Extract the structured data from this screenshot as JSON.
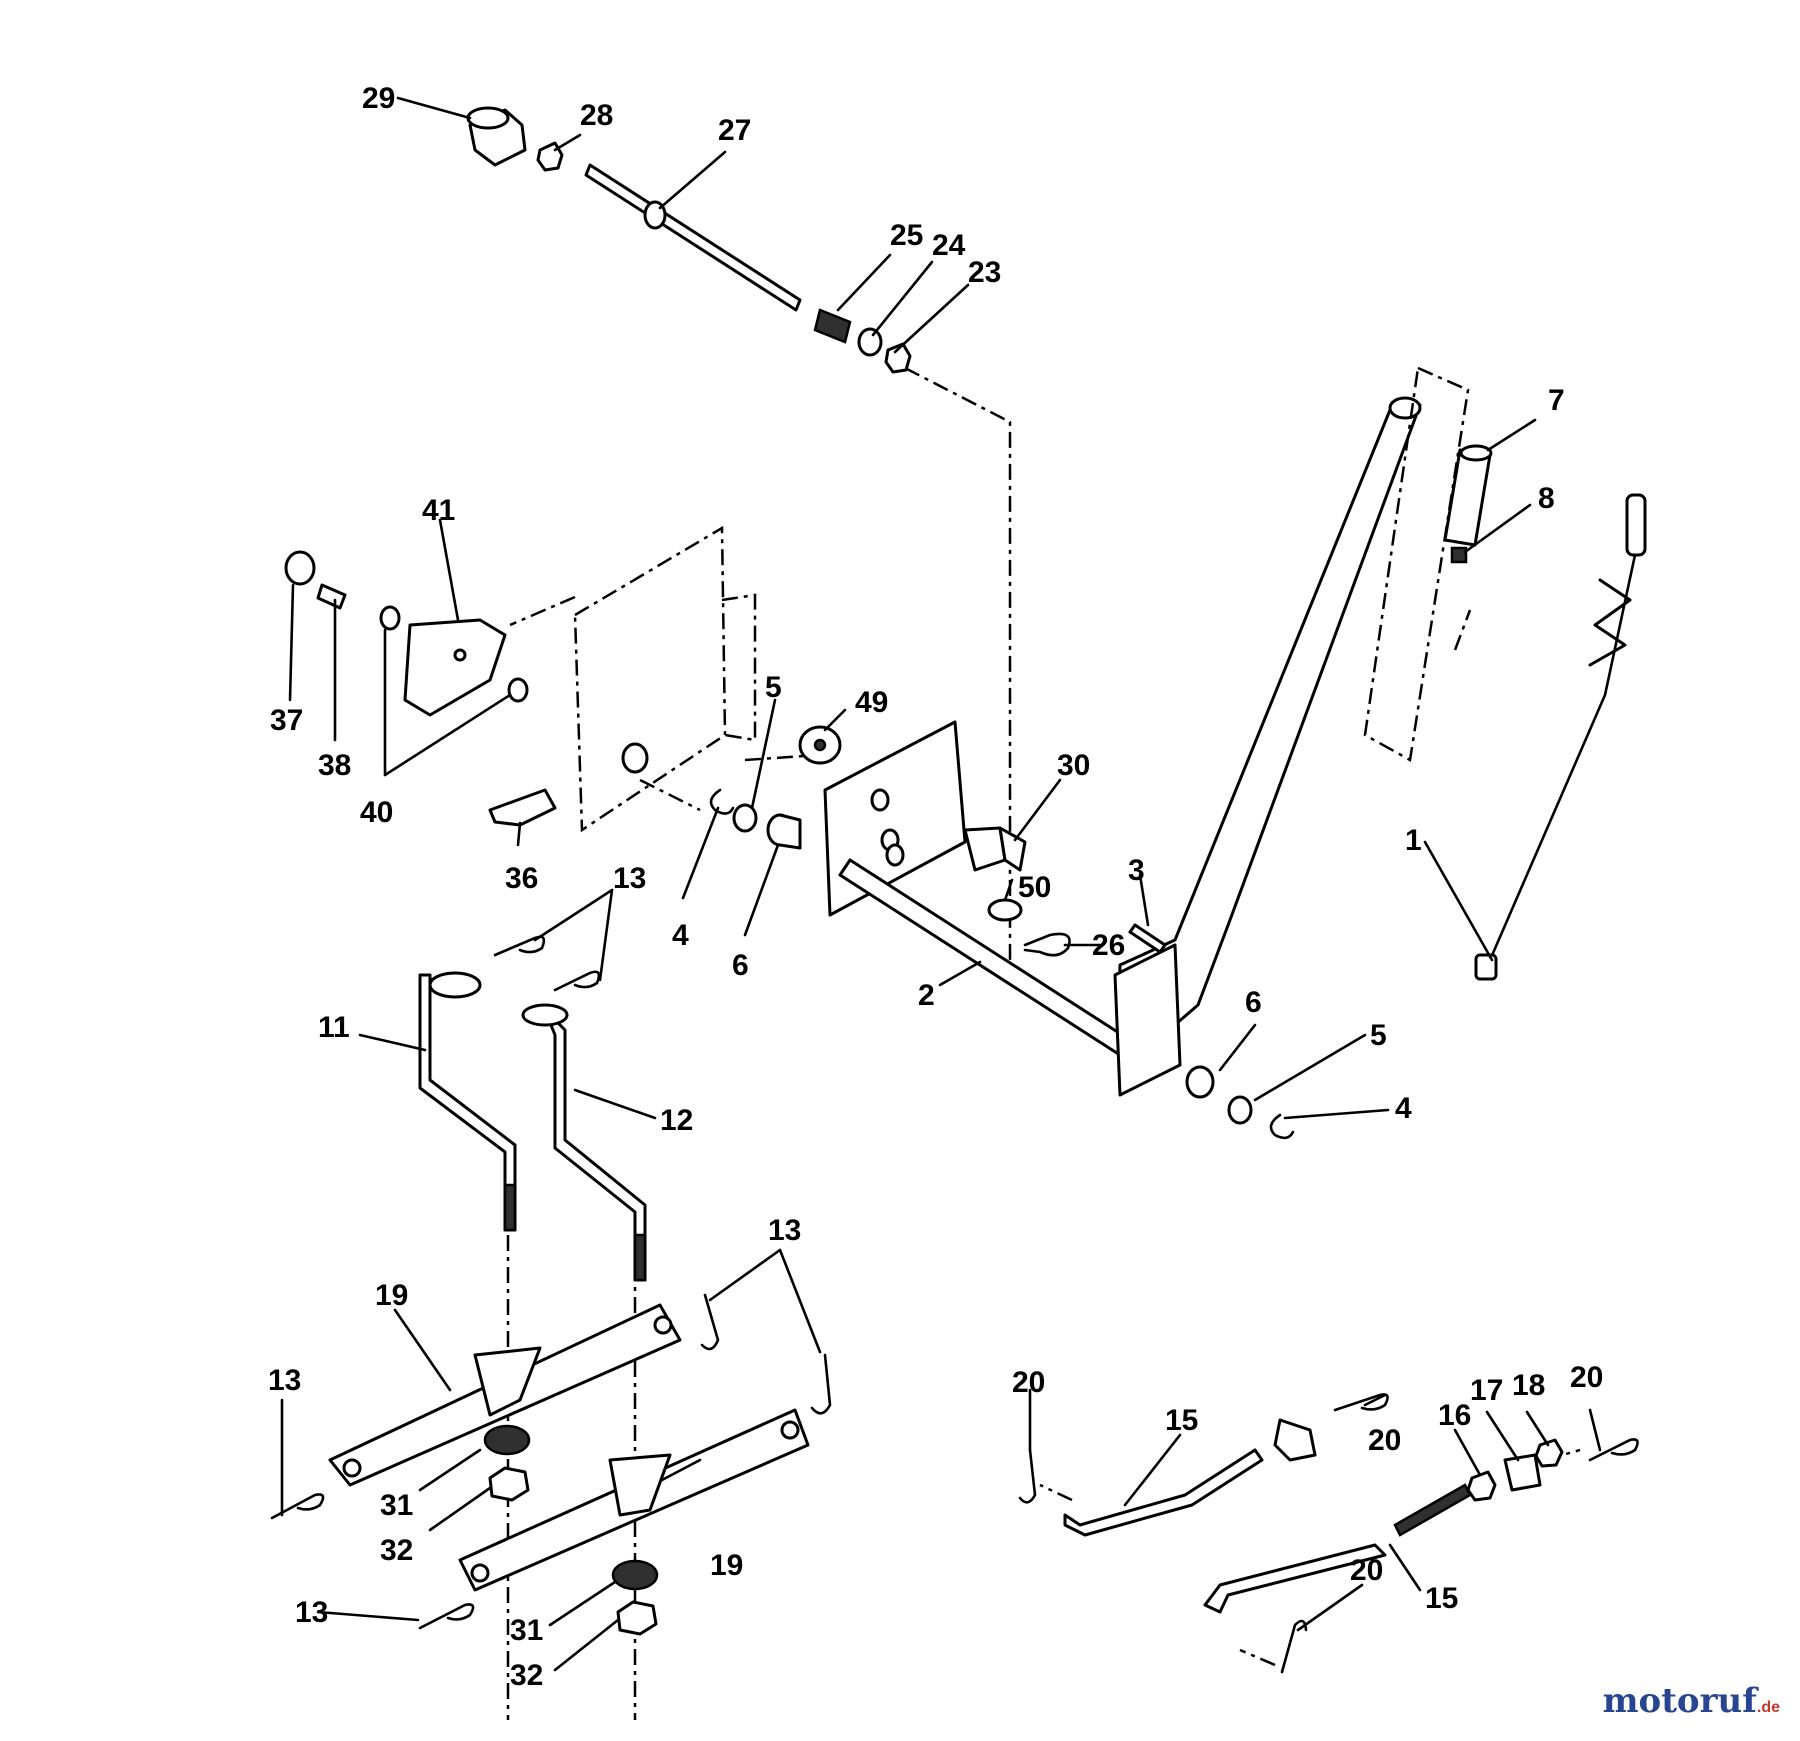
{
  "diagram": {
    "labels": {
      "l29": "29",
      "l28": "28",
      "l27": "27",
      "l25": "25",
      "l24": "24",
      "l23": "23",
      "l7": "7",
      "l8": "8",
      "l41": "41",
      "l37": "37",
      "l38": "38",
      "l40": "40",
      "l5a": "5",
      "l49": "49",
      "l30": "30",
      "l36": "36",
      "l13a": "13",
      "l4a": "4",
      "l6a": "6",
      "l50": "50",
      "l3": "3",
      "l26": "26",
      "l1": "1",
      "l2": "2",
      "l11": "11",
      "l12": "12",
      "l6b": "6",
      "l5b": "5",
      "l4b": "4",
      "l13b": "13",
      "l19a": "19",
      "l13c": "13",
      "l31a": "31",
      "l32a": "32",
      "l19b": "19",
      "l13d": "13",
      "l31b": "31",
      "l32b": "32",
      "l20a": "20",
      "l15a": "15",
      "l20b": "20",
      "l16": "16",
      "l17": "17",
      "l18": "18",
      "l20c": "20",
      "l20d": "20",
      "l15b": "15"
    }
  },
  "watermark": {
    "text": "motoruf",
    "suffix": ".de"
  }
}
